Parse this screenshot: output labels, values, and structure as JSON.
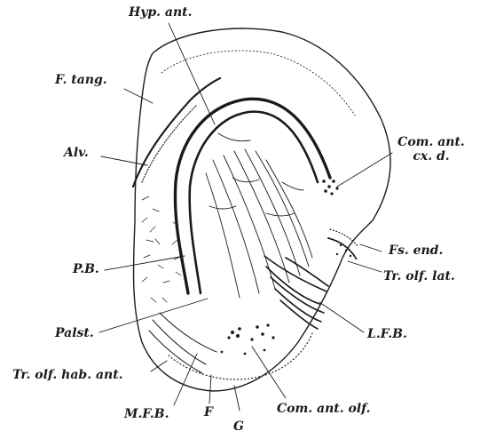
{
  "figure": {
    "ink_color": "#1a1a1a",
    "background": "#ffffff",
    "labels": {
      "hyp_ant": "Hyp. ant.",
      "f_tang": "F. tang.",
      "alv": "Alv.",
      "com_ant_line1": "Com. ant.",
      "com_ant_line2": "cx. d.",
      "fs_end": "Fs. end.",
      "tr_olf_lat": "Tr. olf. lat.",
      "pb": "P.B.",
      "palst": "Palst.",
      "lfb": "L.F.B.",
      "tr_olf_hab_ant": "Tr. olf. hab. ant.",
      "mfb": "M.F.B.",
      "f": "F",
      "g": "G",
      "com_ant_olf": "Com. ant. olf."
    }
  }
}
